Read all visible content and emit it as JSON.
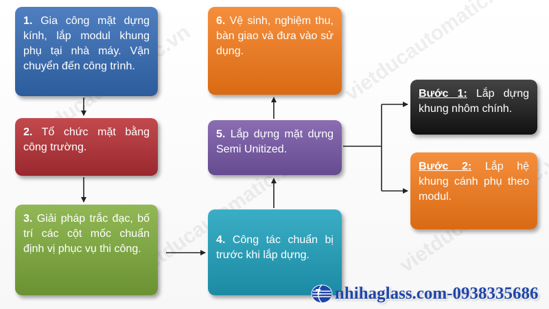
{
  "watermark": "vietducautomatic.vn",
  "steps": {
    "s1": {
      "num": "1.",
      "text": "Gia công mặt dựng kính, lắp modul khung phụ tại nhà máy. Vận chuyển đến công trình."
    },
    "s2": {
      "num": "2.",
      "text": "Tổ chức mặt bằng công trường."
    },
    "s3": {
      "num": "3.",
      "text": "Giải pháp trắc đạc, bố trí các cột mốc chuẩn định vị phục vụ thi công."
    },
    "s4": {
      "num": "4.",
      "text": "Công tác chuẩn bị trước khi lắp dựng."
    },
    "s5": {
      "num": "5.",
      "text": "Lắp dựng mặt dựng Semi Unitized."
    },
    "s6": {
      "num": "6.",
      "text": "Vệ sinh, nghiệm thu, bàn giao và đưa vào sử dụng."
    }
  },
  "substeps": {
    "b1": {
      "label": "Bước 1:",
      "text": "Lắp dựng khung nhôm chính."
    },
    "b2": {
      "label": "Bước 2:",
      "text": "Lắp hệ khung cánh phụ theo modul."
    }
  },
  "footer": {
    "text": "nhihaglass.com-0938335686",
    "logo": "globe-logo-icon"
  },
  "colors": {
    "blue": "#2d5c9c",
    "red": "#99282e",
    "green": "#6b9232",
    "teal": "#1c8aa3",
    "purple": "#654b8f",
    "orange": "#d96a14",
    "black": "#111111",
    "footer": "#1f45a8"
  }
}
